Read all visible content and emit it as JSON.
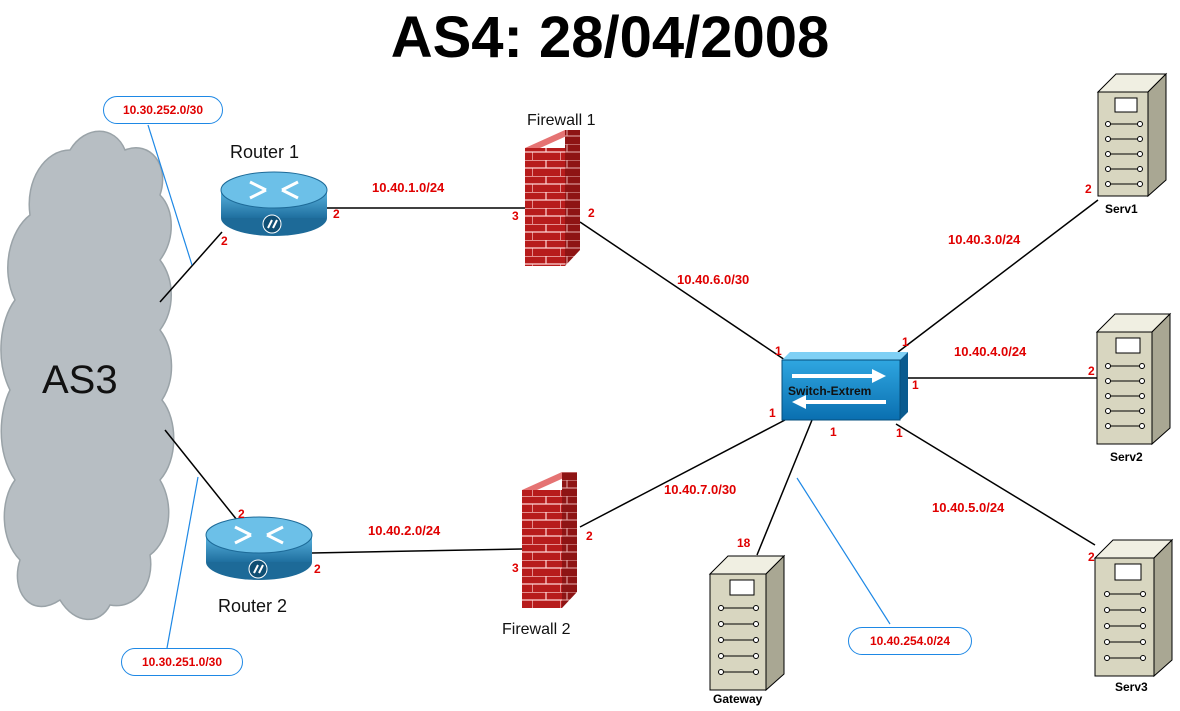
{
  "title": "AS4: 28/04/2008",
  "cloud": {
    "label": "AS3"
  },
  "routers": [
    {
      "label": "Router 1",
      "port_left": "2",
      "port_right": "2"
    },
    {
      "label": "Router 2",
      "port_left": "2",
      "port_right": "2"
    }
  ],
  "firewalls": [
    {
      "label": "Firewall 1",
      "port_in": "3",
      "port_out": "2"
    },
    {
      "label": "Firewall 2",
      "port_in": "3",
      "port_out": "2"
    }
  ],
  "switch": {
    "label": "Switch-Extrem",
    "ports": [
      "1",
      "1",
      "1",
      "1",
      "1",
      "1"
    ]
  },
  "servers": [
    {
      "label": "Serv1",
      "port": "2"
    },
    {
      "label": "Serv2",
      "port": "2"
    },
    {
      "label": "Serv3",
      "port": "2"
    },
    {
      "label": "Gateway",
      "port": "18"
    }
  ],
  "networks": {
    "r1_fw1": "10.40.1.0/24",
    "r2_fw2": "10.40.2.0/24",
    "fw1_sw": "10.40.6.0/30",
    "fw2_sw": "10.40.7.0/30",
    "sw_serv1": "10.40.3.0/24",
    "sw_serv2": "10.40.4.0/24",
    "sw_serv3": "10.40.5.0/24"
  },
  "callouts": {
    "as3_r1": "10.30.252.0/30",
    "as3_r2": "10.30.251.0/30",
    "gateway": "10.40.254.0/24"
  },
  "colors": {
    "label_red": "#e00000",
    "callout_blue": "#1e88e5",
    "router_blue": "#2a8fc8",
    "firewall_red": "#c62828",
    "server_tan": "#d8d6c0",
    "cloud_grey": "#b7bec3"
  }
}
